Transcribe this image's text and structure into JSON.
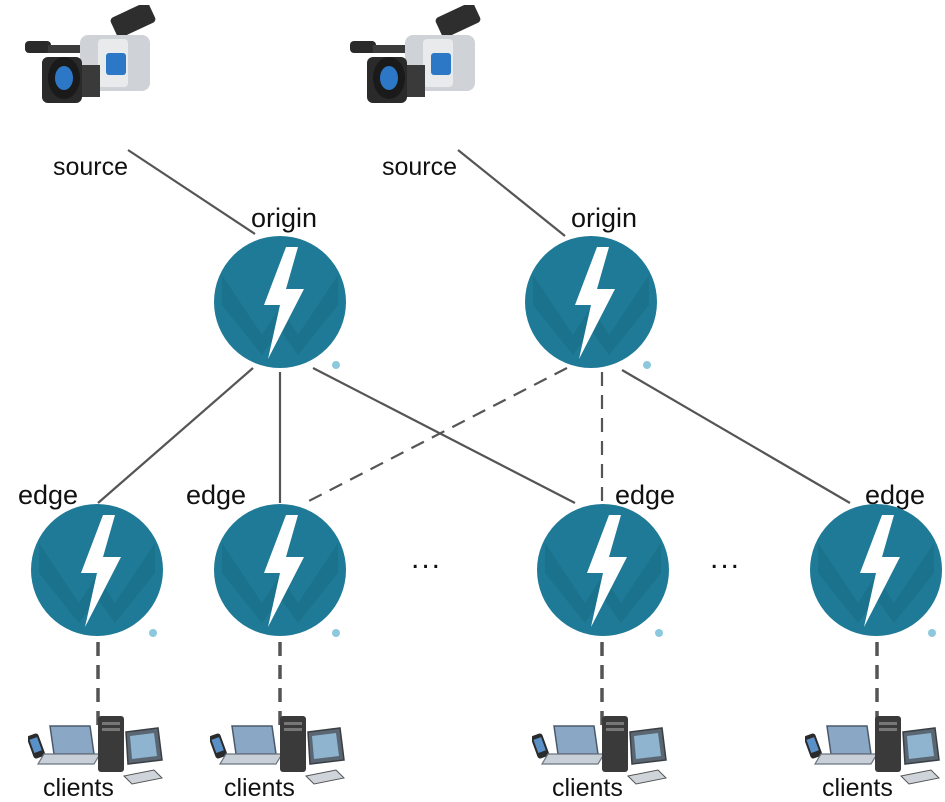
{
  "sources": [
    {
      "label": "source",
      "icon": "video-camera-icon"
    },
    {
      "label": "source",
      "icon": "video-camera-icon"
    }
  ],
  "origins": [
    {
      "label": "origin",
      "icon": "lightning-server-icon"
    },
    {
      "label": "origin",
      "icon": "lightning-server-icon"
    }
  ],
  "edges": [
    {
      "label": "edge",
      "icon": "lightning-server-icon"
    },
    {
      "label": "edge",
      "icon": "lightning-server-icon"
    },
    {
      "label": "edge",
      "icon": "lightning-server-icon"
    },
    {
      "label": "edge",
      "icon": "lightning-server-icon"
    }
  ],
  "ellipses": [
    "...",
    "..."
  ],
  "clients": [
    {
      "label": "clients",
      "icon": "client-devices-icon"
    },
    {
      "label": "clients",
      "icon": "client-devices-icon"
    },
    {
      "label": "clients",
      "icon": "client-devices-icon"
    },
    {
      "label": "clients",
      "icon": "client-devices-icon"
    }
  ],
  "connections": [
    {
      "from": "source-1",
      "to": "origin-1",
      "style": "solid"
    },
    {
      "from": "source-2",
      "to": "origin-2",
      "style": "solid"
    },
    {
      "from": "origin-1",
      "to": "edge-1",
      "style": "solid"
    },
    {
      "from": "origin-1",
      "to": "edge-2",
      "style": "solid"
    },
    {
      "from": "origin-1",
      "to": "edge-3",
      "style": "solid"
    },
    {
      "from": "origin-2",
      "to": "edge-2",
      "style": "dashed"
    },
    {
      "from": "origin-2",
      "to": "edge-3",
      "style": "dashed"
    },
    {
      "from": "origin-2",
      "to": "edge-4",
      "style": "solid"
    },
    {
      "from": "edge-1",
      "to": "clients-1",
      "style": "dashed"
    },
    {
      "from": "edge-2",
      "to": "clients-2",
      "style": "dashed"
    },
    {
      "from": "edge-3",
      "to": "clients-3",
      "style": "dashed"
    },
    {
      "from": "edge-4",
      "to": "clients-4",
      "style": "dashed"
    }
  ],
  "colors": {
    "node_fill": "#1e7a96",
    "node_dark": "#14627a",
    "bolt": "#ffffff",
    "line": "#555555",
    "dot": "#8ec8dc"
  }
}
